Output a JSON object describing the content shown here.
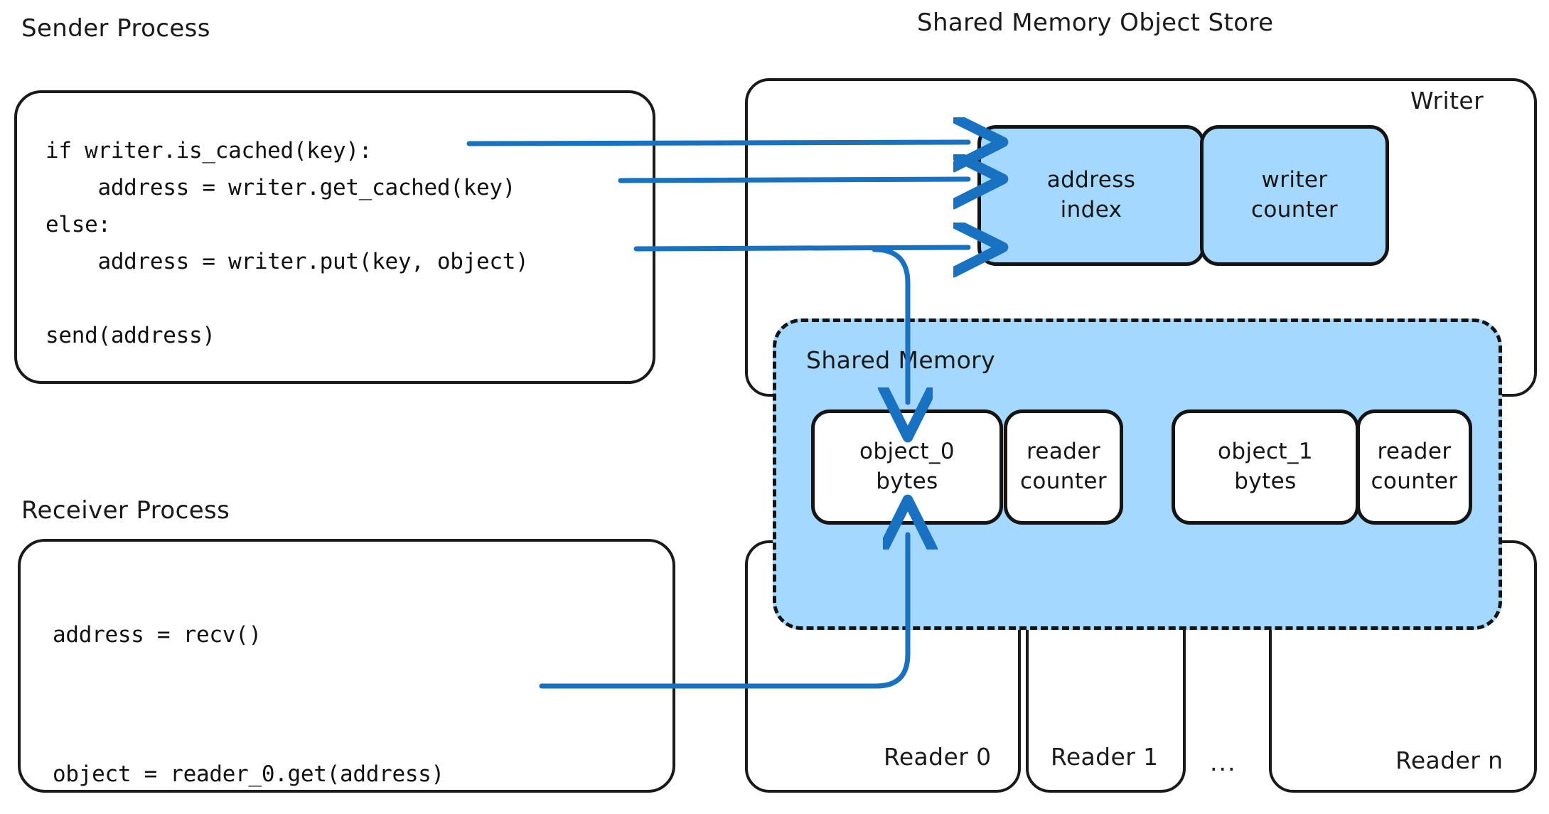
{
  "titles": {
    "sender": "Sender Process",
    "receiver": "Receiver Process",
    "store": "Shared Memory Object Store"
  },
  "sender_code": "if writer.is_cached(key):\n    address = writer.get_cached(key)\nelse:\n    address = writer.put(key, object)\n\nsend(address)",
  "receiver_code": "address = recv()\n\nobject = reader_0.get(address)",
  "writer": {
    "label": "Writer",
    "cells": [
      {
        "line1": "address",
        "line2": "index"
      },
      {
        "line1": "writer",
        "line2": "counter"
      }
    ]
  },
  "shared_memory": {
    "label": "Shared Memory",
    "cells": [
      {
        "line1": "object_0",
        "line2": "bytes"
      },
      {
        "line1": "reader",
        "line2": "counter"
      },
      {
        "line1": "object_1",
        "line2": "bytes"
      },
      {
        "line1": "reader",
        "line2": "counter"
      }
    ]
  },
  "readers": [
    {
      "label": "Reader 0"
    },
    {
      "label": "Reader 1"
    },
    {
      "label": "Reader n"
    }
  ],
  "ellipsis": "...",
  "colors": {
    "accent_blue": "#a5d8ff",
    "arrow_blue": "#1971c2",
    "stroke_black": "#141414",
    "background": "#ffffff"
  }
}
